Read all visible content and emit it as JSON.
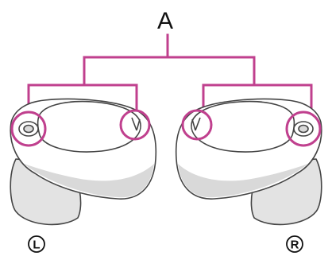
{
  "callout": {
    "label": "A"
  },
  "left_bud": {
    "side_label": "L"
  },
  "right_bud": {
    "side_label": "R"
  },
  "colors": {
    "callout_line": "#c0408e",
    "outline": "#444444",
    "bud_fill": "#ffffff",
    "bud_shade": "#d9d9d9",
    "tip_fill": "#e3e3e3"
  }
}
